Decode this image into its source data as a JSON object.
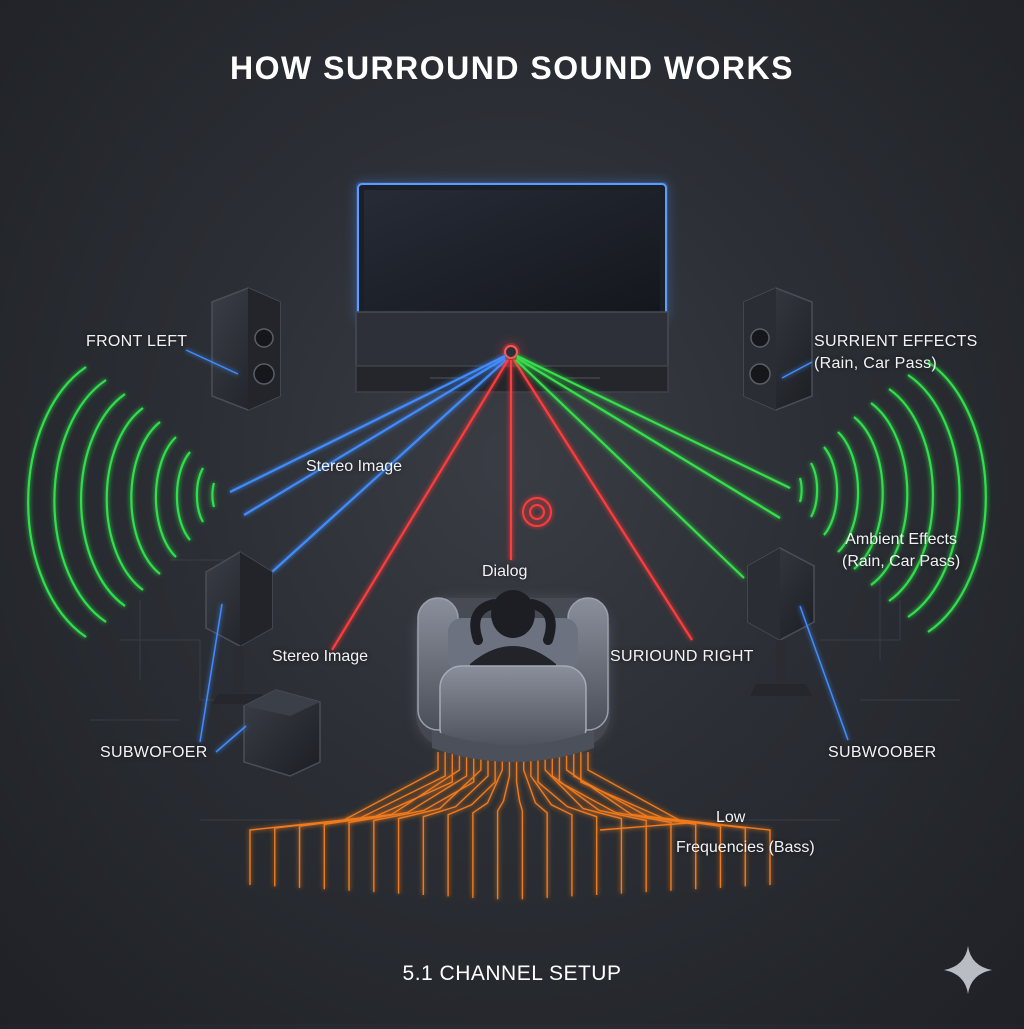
{
  "title": "HOW SURROUND SOUND WORKS",
  "footer": "5.1 CHANNEL SETUP",
  "labels": {
    "front_left": "FRONT LEFT",
    "surround_effects_line1": "SURRIENT EFFECTS",
    "surround_effects_line2": "(Rain, Car Pass)",
    "stereo_image_upper": "Stereo Image",
    "ambient_effects_line1": "Ambient Effects",
    "ambient_effects_line2": "(Rain, Car Pass)",
    "dialog": "Dialog",
    "stereo_image_lower": "Stereo Image",
    "surround_right": "SURIOUND RIGHT",
    "subwoofer_left": "SUBWOFOER",
    "subwoofer_right": "SUBWOOBER",
    "low_freq_line1": "Low",
    "low_freq_line2": "Frequencies (Bass)"
  },
  "colors": {
    "background": "#2b2e34",
    "front_beam": "#3f8cff",
    "center_beam": "#ff3b3b",
    "right_beam": "#35e04a",
    "sound_wave": "#2ee04a",
    "bass_lines": "#f07a1c",
    "tv_glow": "#4a90ff"
  },
  "icons": [
    "speaker-icon",
    "tv-icon",
    "armchair-icon",
    "listener-icon",
    "subwoofer-icon",
    "sparkle-icon"
  ]
}
